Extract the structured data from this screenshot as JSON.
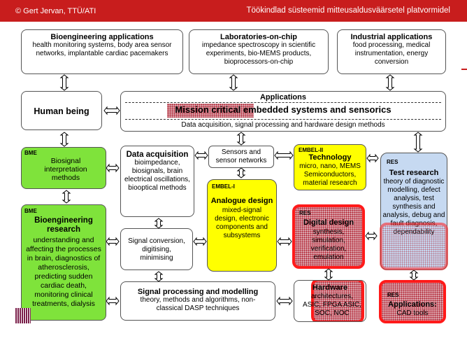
{
  "header": {
    "copyright": "© Gert Jervan, TTÜ/ATI",
    "title": "Töökindlad süsteemid mitteusaldusväärsetel platvormidel"
  },
  "boxes": {
    "bioeng_apps": {
      "title": "Bioengineering applications",
      "body": "health monitoring systems, body area sensor networks, implantable cardiac pacemakers"
    },
    "lab_on_chip": {
      "title": "Laboratories-on-chip",
      "body": "impedance spectroscopy in scientific experiments, bio-MEMS products, bioprocessors-on-chip"
    },
    "industrial_apps": {
      "title": "Industrial applications",
      "body": "food processing, medical instrumentation, energy conversion"
    },
    "human_being": {
      "title": "Human being"
    },
    "applications": {
      "title": "Applications",
      "main": "Mission critical embedded systems and sensorics",
      "sub": "Data acquisition, signal processing and hardware design methods"
    },
    "bme1": {
      "tag": "BME",
      "body": "Biosignal interpretation methods"
    },
    "data_acq": {
      "title": "Data acquisition",
      "body": "bioimpedance, biosignals, brain electrical oscillations, biooptical methods"
    },
    "sensors": {
      "body": "Sensors and sensor networks"
    },
    "embel2": {
      "tag": "EMBEL-II",
      "title": "Technology",
      "body": "micro, nano, MEMS Semiconductors, material research"
    },
    "test_research": {
      "tag": "RES",
      "title": "Test research",
      "body": "theory of diagnostic modelling, defect analysis, test synthesis and analysis, debug and fault diagnosis, dependability"
    },
    "bme2": {
      "tag": "BME",
      "title": "Bioengineering research",
      "body": "understanding and affecting the processes in brain, diagnostics of atherosclerosis, predicting sudden cardiac death, monitoring clinical treatments, dialysis"
    },
    "embel1": {
      "tag": "EMBEL-I",
      "title": "Analogue design",
      "body": "mixed-signal design, electronic components and subsystems"
    },
    "digital": {
      "tag": "RES",
      "title": "Digital design",
      "body": "synthesis, simulation, verification, emulation"
    },
    "signal_conv": {
      "body": "Signal conversion, digitising, minimising"
    },
    "signal_proc": {
      "title": "Signal processing and modelling",
      "body": "theory, methods and algorithms, non-classical DASP techniques"
    },
    "hardware": {
      "title": "Hardware",
      "body": "architectures, ASIC, FPGA ASIC, SOC, NOC"
    },
    "res_apps": {
      "tag": "RES",
      "title": "Applications:",
      "body": "CAD tools"
    }
  },
  "colors": {
    "header": "#c81d1d",
    "green": "#7fe33b",
    "yellow": "#ffff00",
    "blue": "#c6d9f1",
    "highlight": "#ff1a1a"
  }
}
